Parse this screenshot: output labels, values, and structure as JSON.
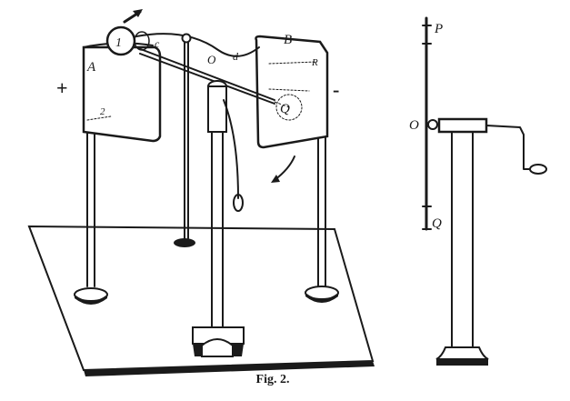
{
  "figure": {
    "caption": "Fig. 2.",
    "labels": {
      "plus": "+",
      "minus": "-",
      "A": "A",
      "B": "B",
      "one": "1",
      "two": "2",
      "c": "c",
      "d": "d",
      "O_left": "O",
      "R": "R",
      "Q_left": "Q",
      "P": "P",
      "O_right": "O",
      "Q_right": "Q"
    }
  }
}
